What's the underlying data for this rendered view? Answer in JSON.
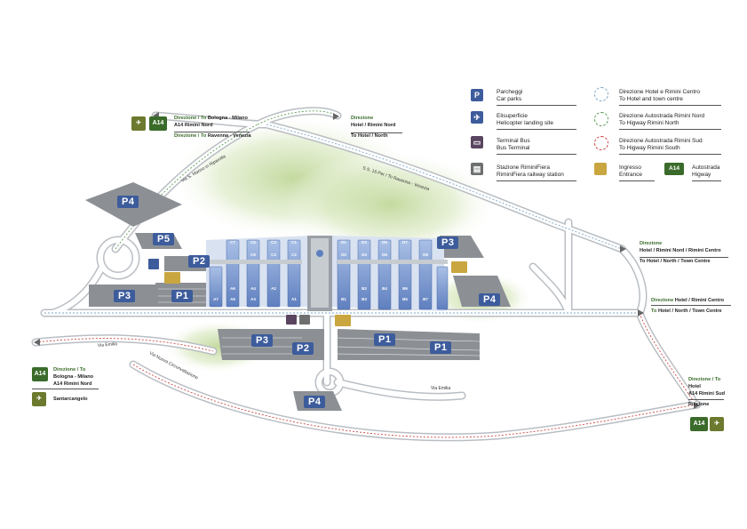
{
  "legend": {
    "parking": {
      "label1": "Parcheggi",
      "label2": "Car parks",
      "icon": "P"
    },
    "helipad": {
      "label1": "Elisuperficie",
      "label2": "Helicopter landing site"
    },
    "bus": {
      "label1": "Terminal Bus",
      "label2": "Bus Terminal"
    },
    "station": {
      "label1": "Stazione RiminiFiera",
      "label2": "RiminiFiera railway station"
    },
    "dir_centre": {
      "label1": "Direzione Hotel e Rimini Centro",
      "label2": "To Hotel and town centre"
    },
    "dir_north": {
      "label1": "Direzione Autostrada Rimini Nord",
      "label2": "To Higway Rimini North"
    },
    "dir_south": {
      "label1": "Direzione Autostrada Rimini Sud",
      "label2": "To Higway Rimini South"
    },
    "entrance": {
      "label1": "Ingresso",
      "label2": "Entrance"
    },
    "highway": {
      "label1": "Autostrada",
      "label2": "Higway",
      "badge": "A14"
    }
  },
  "directions": {
    "top_left": {
      "line1_prefix": "Direzione / To",
      "line1_rest": " Bologna - Milano",
      "line2": "A14 Rimini Nord",
      "line3_prefix": "Direzione / To",
      "line3_rest": " Ravenna - Venezia",
      "badge": "A14"
    },
    "top_center": {
      "line1": "Direzione",
      "line2": "Hotel / Rimini Nord",
      "line3": "To Hotel / North"
    },
    "right_upper": {
      "line1": "Direzione",
      "line2": "Hotel / Rimini Nord / Rimini Centro",
      "line3": "To Hotel / North / Town Centre"
    },
    "right_middle": {
      "line1_prefix": "Direzione",
      "line1_rest": " Hotel / Rimini Centro",
      "line2_prefix": "To",
      "line2_rest": " Hotel / North / Town Centre"
    },
    "bottom_right": {
      "line1": "Direzione / To",
      "line2": "Hotel",
      "line3": "A14 Rimini Sud",
      "line4": "Riccione",
      "badge": "A14"
    },
    "bottom_left": {
      "line1": "Direzione / To",
      "line2": "Bologna - Milano",
      "line3": "A14 Rimini Nord",
      "line4": "Santarcangelo",
      "badge": "A14"
    }
  },
  "roads": {
    "san_marino": "Via S. Marino in Riparotta",
    "ss16": "S.S. 16 Per / To Ravenna - Venezia",
    "via_emilia_left": "Via Emilia",
    "via_nuova": "Via Nuova Circonvallazione",
    "via_emilia_bottom": "Via Emilia"
  },
  "parkings": {
    "p4_top": "P4",
    "p5": "P5",
    "p2_left": "P2",
    "p3_left": "P3",
    "p1_left": "P1",
    "p3_right": "P3",
    "p4_right": "P4",
    "p3_bottom": "P3",
    "p2_bottom": "P2",
    "p1_bottom_mid": "P1",
    "p1_bottom_right": "P1",
    "p4_bottom": "P4"
  },
  "halls": {
    "west_top": [
      "C7",
      "C5",
      "C3",
      "C1"
    ],
    "west_mid": [
      "C6",
      "C4",
      "C2"
    ],
    "west_low": [
      "A6",
      "A4",
      "A2"
    ],
    "west_bot": [
      "A7",
      "A5",
      "A3",
      "A1"
    ],
    "east_top": [
      "D1",
      "D3",
      "D5",
      "D7"
    ],
    "east_mid": [
      "D2",
      "D4",
      "D6",
      "D8"
    ],
    "east_low": [
      "B2",
      "B4",
      "B6"
    ],
    "east_bot": [
      "B1",
      "B3",
      "B5",
      "B7"
    ]
  },
  "colors": {
    "blue": "#3d5c9c",
    "hall": "#8aa6d6",
    "road": "#cfd3d6",
    "green": "#3a6b2a",
    "gold": "#c9a640"
  }
}
